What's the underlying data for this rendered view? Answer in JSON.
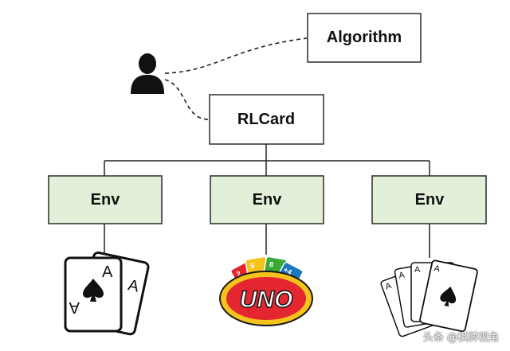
{
  "nodes": {
    "algorithm": "Algorithm",
    "rlcard": "RLCard",
    "envs": [
      "Env",
      "Env",
      "Env"
    ]
  },
  "games": {
    "left_card_rank": "A",
    "uno_text": "UNO",
    "uno_chip_labels": [
      "2",
      "5",
      "8",
      "+4"
    ],
    "right_card_rank": "A"
  },
  "watermark": "头条 @棋牌视角",
  "colors": {
    "env_fill": "#e3f0d9",
    "box_stroke": "#2b2b2b",
    "uno_red": "#e3262f",
    "uno_yellow": "#f6c21c",
    "uno_blue": "#1b76bb",
    "uno_green": "#3aa935"
  },
  "icons": [
    "user-icon",
    "ace-of-spades-cards",
    "uno-logo",
    "ace-fan-cards"
  ]
}
